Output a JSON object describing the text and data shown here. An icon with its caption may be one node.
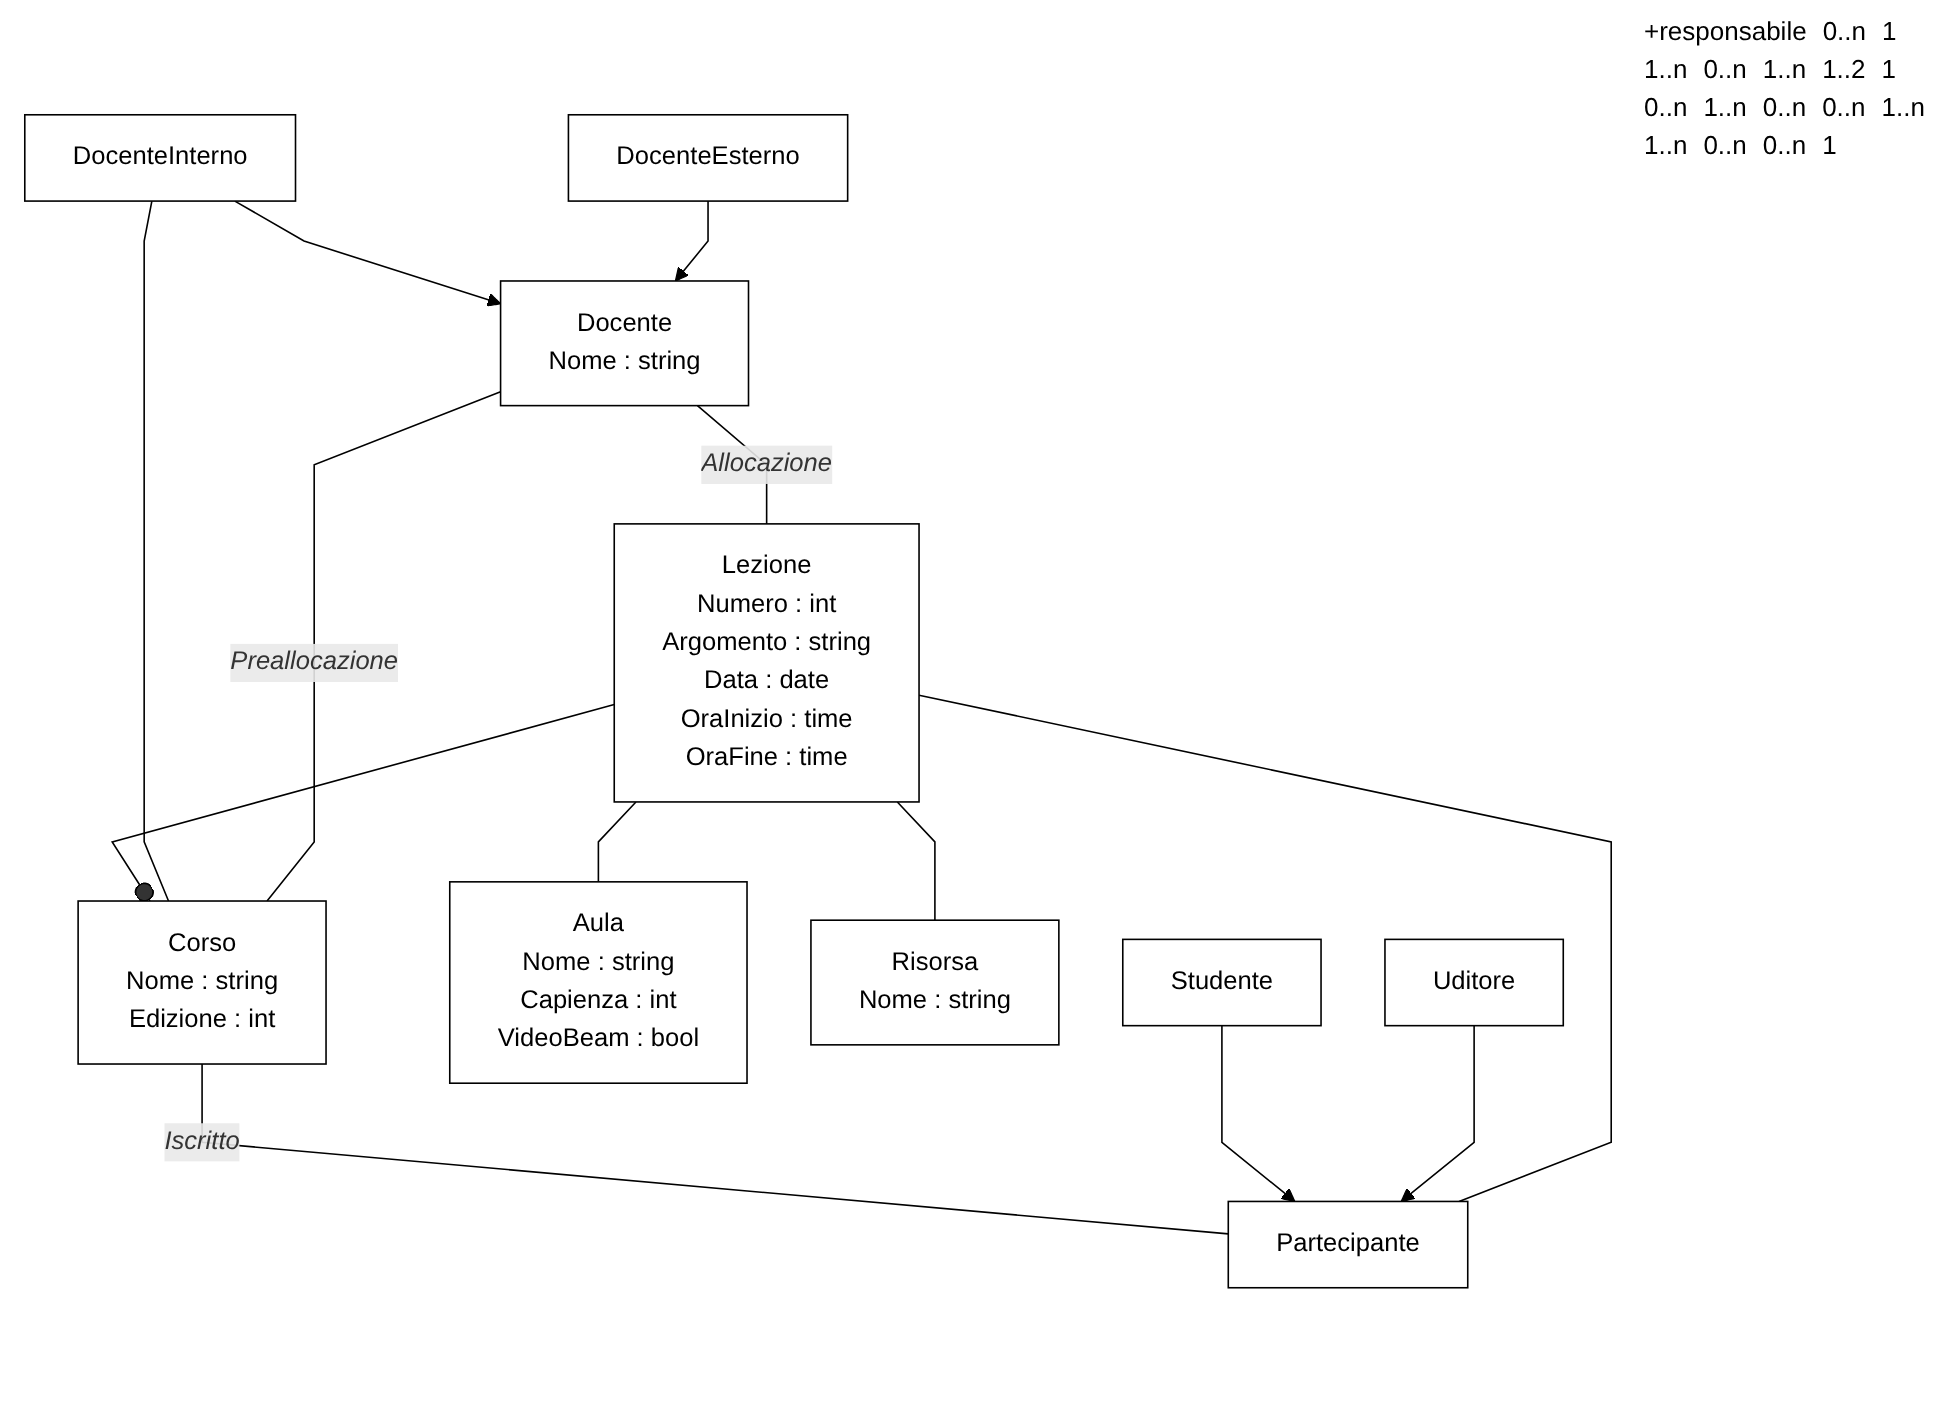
{
  "diagram": {
    "nodes": [
      {
        "text": [
          "DocenteInterno"
        ]
      },
      {
        "text": [
          "Corso",
          "Nome : string",
          "Edizione : int"
        ]
      },
      {
        "text": [
          "Docente",
          "Nome : string"
        ]
      },
      {
        "text": [
          "DocenteEsterno"
        ]
      },
      {
        "text": [
          "Lezione",
          "Numero : int",
          "Argomento : string",
          "Data : date",
          "OraInizio : time",
          "OraFine : time"
        ]
      },
      {
        "text": [
          "Partecipante"
        ]
      },
      {
        "text": [
          "Aula",
          "Nome : string",
          "Capienza : int",
          "VideoBeam : bool"
        ]
      },
      {
        "text": [
          "Risorsa",
          "Nome : string"
        ]
      },
      {
        "text": [
          "Studente"
        ]
      },
      {
        "text": [
          "Uditore"
        ]
      }
    ],
    "edges": [
      {
        "from": 1,
        "to": 0,
        "arrow": "none"
      },
      {
        "from": 1,
        "to": 2,
        "arrow": "none",
        "label": "Preallocazione"
      },
      {
        "from": 0,
        "to": 2,
        "arrow": "to"
      },
      {
        "from": 3,
        "to": 2,
        "arrow": "to"
      },
      {
        "from": 2,
        "to": 4,
        "arrow": "none",
        "label": "Allocazione"
      },
      {
        "from": 4,
        "to": 1,
        "arrow": "other"
      },
      {
        "from": 1,
        "to": 5,
        "arrow": "none",
        "label": "Iscritto"
      },
      {
        "from": 5,
        "to": 4,
        "arrow": "none"
      },
      {
        "from": 4,
        "to": 6,
        "arrow": "none"
      },
      {
        "from": 4,
        "to": 7,
        "arrow": "none"
      },
      {
        "from": 8,
        "to": 5,
        "arrow": "to"
      },
      {
        "from": 9,
        "to": 5,
        "arrow": "to"
      }
    ],
    "labels": [
      "+responsabile",
      "0..n",
      "1",
      "1..n",
      "0..n",
      "1..n",
      "1..2",
      "1",
      "0..n",
      "1..n",
      "0..n",
      "0..n",
      "1..n",
      "1..n",
      "0..n",
      "0..n",
      "1"
    ]
  }
}
